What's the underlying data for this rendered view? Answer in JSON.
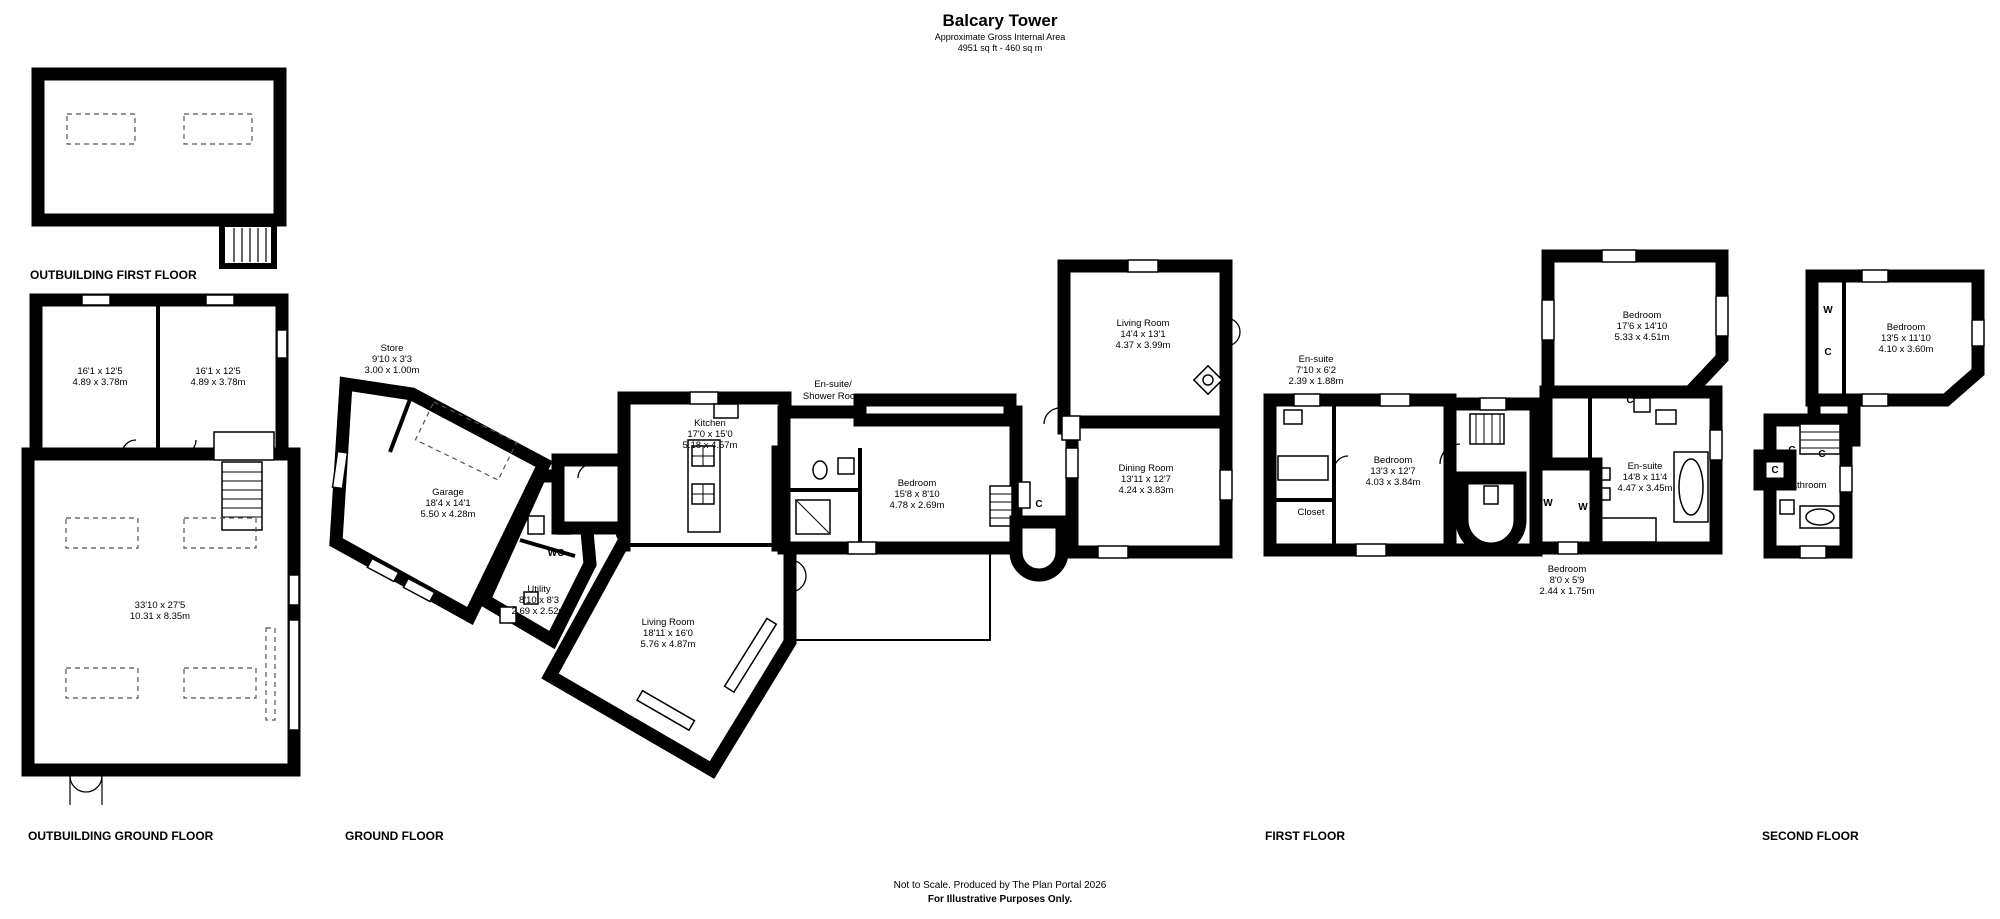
{
  "header": {
    "title": "Balcary Tower",
    "subtitle": "Approximate Gross Internal Area",
    "area": "4951 sq ft - 460 sq m"
  },
  "footer": {
    "note": "Not to Scale. Produced by The Plan Portal 2026",
    "disclaimer": "For Illustrative Purposes Only."
  },
  "floors": {
    "outbuilding_first": "OUTBUILDING FIRST FLOOR",
    "outbuilding_ground": "OUTBUILDING GROUND FLOOR",
    "ground": "GROUND FLOOR",
    "first": "FIRST FLOOR",
    "second": "SECOND FLOOR"
  },
  "rooms": {
    "ob_left": {
      "name": "",
      "imperial": "16'1 x 12'5",
      "metric": "4.89 x 3.78m"
    },
    "ob_right": {
      "name": "",
      "imperial": "16'1 x 12'5",
      "metric": "4.89 x 3.78m"
    },
    "ob_main": {
      "name": "",
      "imperial": "33'10 x 27'5",
      "metric": "10.31 x 8.35m"
    },
    "store": {
      "name": "Store",
      "imperial": "9'10 x 3'3",
      "metric": "3.00 x 1.00m"
    },
    "garage": {
      "name": "Garage",
      "imperial": "18'4 x 14'1",
      "metric": "5.50 x 4.28m"
    },
    "utility": {
      "name": "Utility",
      "imperial": "8'10 x 8'3",
      "metric": "2.69 x 2.52m"
    },
    "wc": {
      "name": "WC"
    },
    "kitchen": {
      "name": "Kitchen",
      "imperial": "17'0 x 15'0",
      "metric": "5.18 x 4.57m"
    },
    "ensuite_shower": {
      "name": "En-suite/",
      "name2": "Shower Room"
    },
    "ground_bedroom": {
      "name": "Bedroom",
      "imperial": "15'8 x 8'10",
      "metric": "4.78 x 2.69m"
    },
    "living_room_1": {
      "name": "Living Room",
      "imperial": "18'11 x 16'0",
      "metric": "5.76 x 4.87m"
    },
    "living_room_2": {
      "name": "Living Room",
      "imperial": "14'4 x 13'1",
      "metric": "4.37 x 3.99m"
    },
    "dining_room": {
      "name": "Dining Room",
      "imperial": "13'11 x 12'7",
      "metric": "4.24 x 3.83m"
    },
    "ensuite_1": {
      "name": "En-suite",
      "imperial": "7'10 x 6'2",
      "metric": "2.39 x 1.88m"
    },
    "bedroom_1": {
      "name": "Bedroom",
      "imperial": "13'3 x 12'7",
      "metric": "4.03 x 3.84m"
    },
    "closet": {
      "name": "Closet"
    },
    "bedroom_2": {
      "name": "Bedroom",
      "imperial": "17'6 x 14'10",
      "metric": "5.33 x 4.51m"
    },
    "ensuite_2": {
      "name": "En-suite",
      "imperial": "14'8 x 11'4",
      "metric": "4.47 x 3.45m"
    },
    "bedroom_3": {
      "name": "Bedroom",
      "imperial": "8'0 x 5'9",
      "metric": "2.44 x 1.75m"
    },
    "bedroom_4": {
      "name": "Bedroom",
      "imperial": "13'5 x 11'10",
      "metric": "4.10 x 3.60m"
    },
    "bathroom": {
      "name": "Bathroom"
    }
  },
  "tags": {
    "c": "C",
    "w": "W"
  }
}
